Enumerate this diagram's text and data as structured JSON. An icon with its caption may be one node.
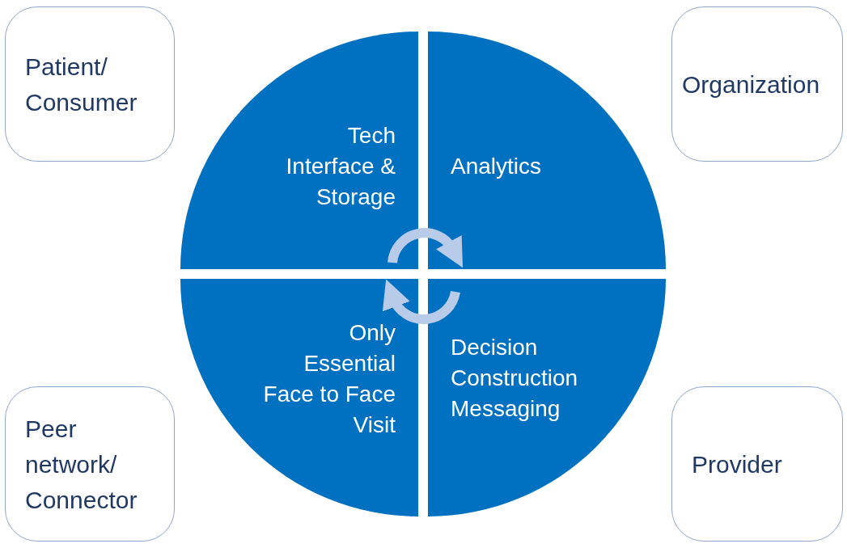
{
  "diagram": {
    "nodes": [
      {
        "text": [
          "Patient/ Consumer"
        ]
      },
      {
        "text": [
          "Tech Interface & Storage"
        ]
      },
      {
        "text": [
          "Analytics"
        ]
      },
      {
        "text": [
          "Organization"
        ]
      },
      {
        "text": [
          "Only Essential Face to Face Visit"
        ]
      },
      {
        "text": [
          "Decision Construction Messaging"
        ]
      },
      {
        "text": [
          "Peer network/ Connector"
        ]
      },
      {
        "text": [
          "Provider"
        ]
      }
    ],
    "edges": [
      {
        "from": 1,
        "to": 2,
        "arrow": "to"
      },
      {
        "from": 5,
        "to": 4,
        "arrow": "to"
      }
    ]
  }
}
